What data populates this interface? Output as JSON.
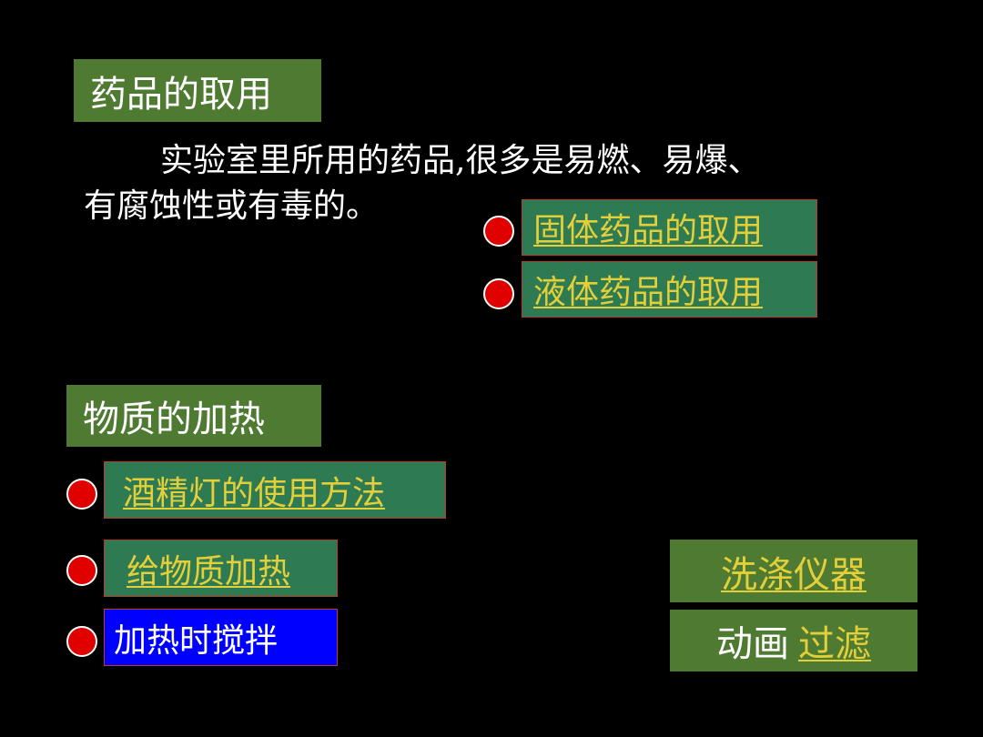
{
  "section1": {
    "title": "药品的取用",
    "intro_line1": "实验室里所用的药品,很多是易燃、易爆、",
    "intro_line2": "有腐蚀性或有毒的。",
    "links": [
      {
        "label": "固体药品的取用"
      },
      {
        "label": "液体药品的取用"
      }
    ]
  },
  "section2": {
    "title": "物质的加热",
    "links": [
      {
        "label": "酒精灯的使用方法"
      },
      {
        "label": "给物质加热"
      }
    ],
    "stir_label": "加热时搅拌"
  },
  "right_panel": {
    "wash_label": "洗涤仪器",
    "animation_prefix": "动画",
    "filter_label": "过滤"
  },
  "colors": {
    "background": "#000000",
    "heading_bg": "#4f7a32",
    "link_box_bg": "#2e7a52",
    "link_text": "#e3cf3a",
    "bullet": "#e00000",
    "blue_box": "#0000ff"
  }
}
